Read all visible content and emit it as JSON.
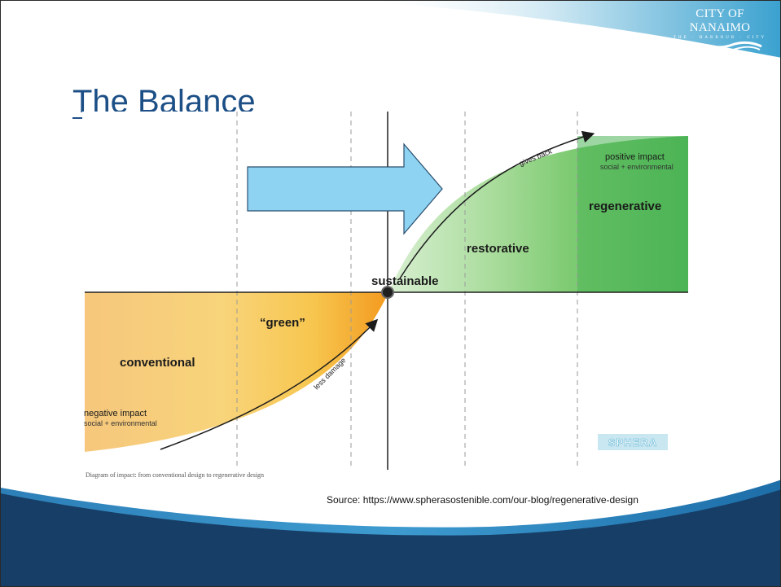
{
  "logo": {
    "text": "CITY OF NANAIMO",
    "tagline": "THE · HARBOUR · CITY"
  },
  "title": "The Balance",
  "diagram": {
    "stages": {
      "conventional": "conventional",
      "green": "“green”",
      "sustainable": "sustainable",
      "restorative": "restorative",
      "regenerative": "regenerative"
    },
    "negative_impact": {
      "label": "negative impact",
      "sub": "social + environmental"
    },
    "positive_impact": {
      "label": "positive impact",
      "sub": "social + environmental"
    },
    "arrows": {
      "less_damage": "less damage",
      "gives_back": "gives back"
    },
    "brand": "SPHERA",
    "caption": "Diagram of impact: from conventional design to regenerative design"
  },
  "source": "Source: https://www.spherasostenible.com/our-blog/regenerative-design",
  "colors": {
    "title": "#1c4f86",
    "navy": "#163a5e",
    "blue_arrow": "#8fd3f2",
    "green": "#4fbe58",
    "orange": "#f3a63a"
  }
}
